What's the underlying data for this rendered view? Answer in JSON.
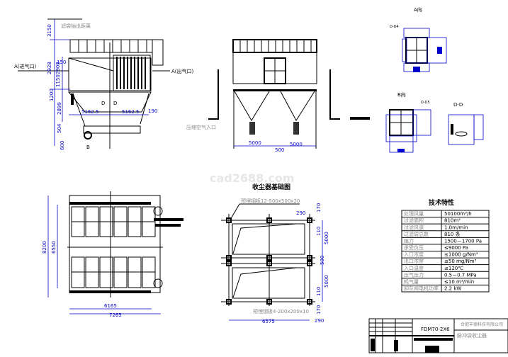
{
  "watermark": "cad2688.com",
  "side_view": {
    "bag_removal_label": "滤袋抽出距离",
    "inlet_label": "A(进气口)",
    "outlet_label": "A(出气口)",
    "compressed_air_label": "压缩空气入口",
    "section_b": "B",
    "section_d1": "D",
    "section_d2": "D",
    "dims": {
      "d3150": "3150",
      "d2928": "2928",
      "d150": "150",
      "d2908": "2908",
      "d1150": "1150",
      "d1200": "1200",
      "d2899": "2899",
      "half1": "5162.5",
      "half2": "5162.5",
      "d190": "190",
      "d504": "504",
      "d600": "600"
    }
  },
  "front_view": {
    "dims": {
      "w1": "5000",
      "w2": "5000",
      "gap": "500"
    }
  },
  "detail_views": {
    "a_view": "A向",
    "b_view": "B向",
    "d_view": "D-D",
    "a_note": "D-D4",
    "b_note": "D-D5"
  },
  "plan_view": {
    "dims": {
      "h_outer": "8200",
      "h_inner": "6550",
      "w_inner": "6165",
      "w_outer": "7265"
    }
  },
  "foundation": {
    "title": "收尘器基础图",
    "plate_top": "预埋钢板12-500x500x20",
    "plate_bottom": "预埋钢板4-200x200x10",
    "dims": {
      "t290": "290",
      "t170": "170",
      "t110": "110",
      "h5000a": "5000",
      "mid500": "500",
      "h5000b": "5000",
      "b110": "110",
      "b170": "170",
      "b290": "290",
      "width": "6575"
    }
  },
  "tech_table": {
    "title": "技术特性",
    "rows": [
      {
        "label": "处理风量",
        "value": "50100m³/h"
      },
      {
        "label": "过滤面积",
        "value": "810m²"
      },
      {
        "label": "过滤风速",
        "value": "1.0m/min"
      },
      {
        "label": "过滤袋总数",
        "value": "810 条"
      },
      {
        "label": "阻力",
        "value": "1500－1700 Pa"
      },
      {
        "label": "承受负压",
        "value": "≤9000 Pa"
      },
      {
        "label": "入口浓度",
        "value": "≤1000 g/Nm³"
      },
      {
        "label": "出口浓度",
        "value": "≤50 mg/Nm³"
      },
      {
        "label": "入口温度",
        "value": "≤120℃"
      },
      {
        "label": "压气压力",
        "value": "0.5－0.7 MPa"
      },
      {
        "label": "耗气量",
        "value": "≤10 m³/min"
      },
      {
        "label": "卸灰阀电机功率",
        "value": "2.2 kW"
      }
    ]
  },
  "title_block": {
    "model": "FDM70-2X6",
    "company": "合肥丰德科技有限公司",
    "product": "脉冲袋收尘器"
  }
}
